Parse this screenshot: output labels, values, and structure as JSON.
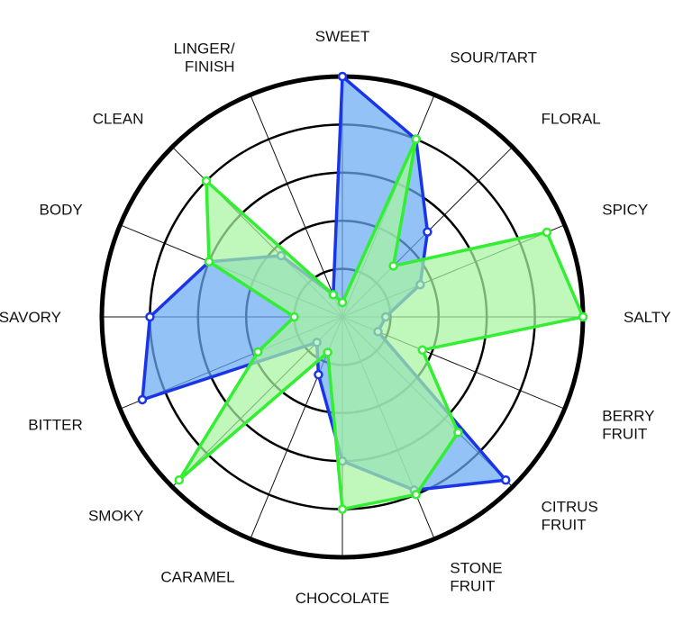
{
  "chart_data": {
    "type": "radar",
    "title": "",
    "axes": [
      {
        "label": [
          "SWEET"
        ]
      },
      {
        "label": [
          "SOUR/TART"
        ]
      },
      {
        "label": [
          "FLORAL"
        ]
      },
      {
        "label": [
          "SPICY"
        ]
      },
      {
        "label": [
          "SALTY"
        ]
      },
      {
        "label": [
          "BERRY",
          "FRUIT"
        ]
      },
      {
        "label": [
          "CITRUS",
          "FRUIT"
        ]
      },
      {
        "label": [
          "STONE",
          "FRUIT"
        ]
      },
      {
        "label": [
          "CHOCOLATE"
        ]
      },
      {
        "label": [
          "CARAMEL"
        ]
      },
      {
        "label": [
          "SMOKY"
        ]
      },
      {
        "label": [
          "BITTER"
        ]
      },
      {
        "label": [
          "SAVORY"
        ]
      },
      {
        "label": [
          "BODY"
        ]
      },
      {
        "label": [
          "CLEAN"
        ]
      },
      {
        "label": [
          "LINGER/",
          "FINISH"
        ]
      }
    ],
    "rlim": [
      0,
      5
    ],
    "rings": [
      1,
      2,
      3,
      4,
      5
    ],
    "grid": true,
    "series": [
      {
        "color": "#1a35e8",
        "fill": "#6aaaf2",
        "values": [
          5.0,
          4.0,
          2.5,
          1.75,
          0.9,
          0.8,
          4.8,
          3.9,
          3.0,
          1.3,
          0.75,
          4.5,
          4.0,
          3.0,
          1.8,
          0.5
        ]
      },
      {
        "color": "#33ee33",
        "fill": "#a6f5a0",
        "values": [
          0.3,
          4.0,
          1.5,
          4.6,
          5.0,
          1.8,
          3.4,
          4.0,
          4.0,
          0.8,
          4.8,
          1.9,
          1.0,
          3.0,
          4.0,
          0.5
        ]
      }
    ]
  }
}
